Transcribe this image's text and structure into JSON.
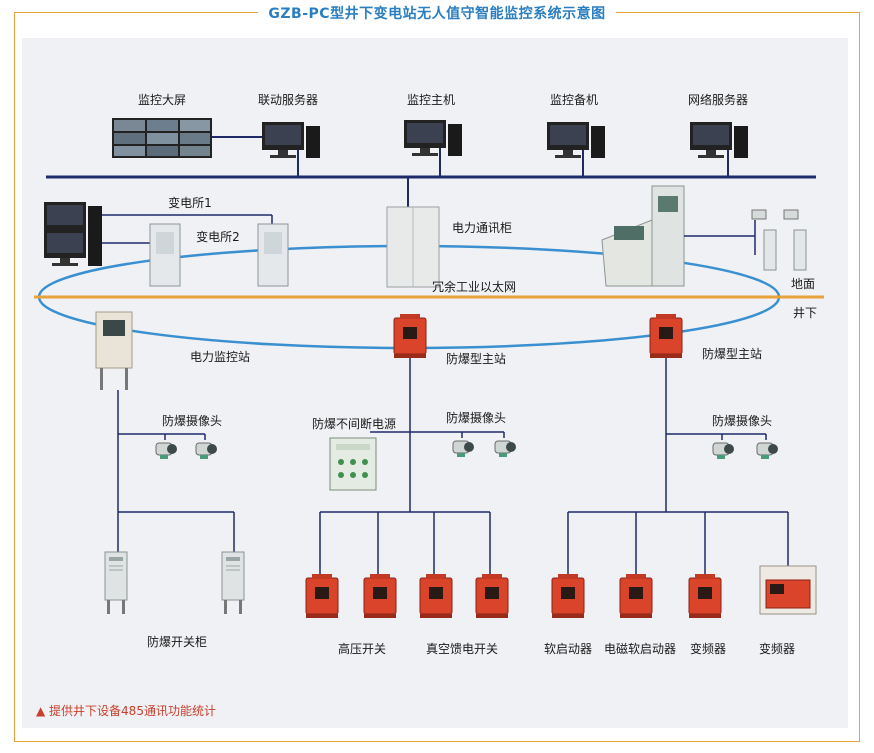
{
  "title": "GZB-PC型井下变电站无人值守智能监控系统示意图",
  "labels": {
    "monitor_screen": "监控大屏",
    "linkage_server": "联动服务器",
    "monitor_host": "监控主机",
    "monitor_backup": "监控备机",
    "network_server": "网络服务器",
    "substation_1": "变电所1",
    "substation_2": "变电所2",
    "power_comm_cabinet": "电力通讯柜",
    "redundant_ethernet": "冗余工业以太网",
    "ground": "地面",
    "underground": "井下",
    "power_monitor_station": "电力监控站",
    "ex_main_station_1": "防爆型主站",
    "ex_main_station_2": "防爆型主站",
    "ex_camera_1": "防爆摄像头",
    "ex_camera_2": "防爆摄像头",
    "ex_camera_3": "防爆摄像头",
    "ex_ups": "防爆不间断电源",
    "ex_switch_cabinet": "防爆开关柜",
    "hv_switch": "高压开关",
    "vacuum_feeder": "真空馈电开关",
    "soft_starter": "软启动器",
    "em_soft_starter": "电磁软启动器",
    "vfd_1": "变频器",
    "vfd_2": "变频器"
  },
  "footnote": "▲ 提供井下设备485通讯功能统计",
  "colors": {
    "accent_orange": "#e8a33d",
    "title_blue": "#2b7fc0",
    "bus_navy": "#1f2a6b",
    "ring_blue": "#3a8fd0",
    "device_red": "#d9442b",
    "note_red": "#c8402e"
  }
}
